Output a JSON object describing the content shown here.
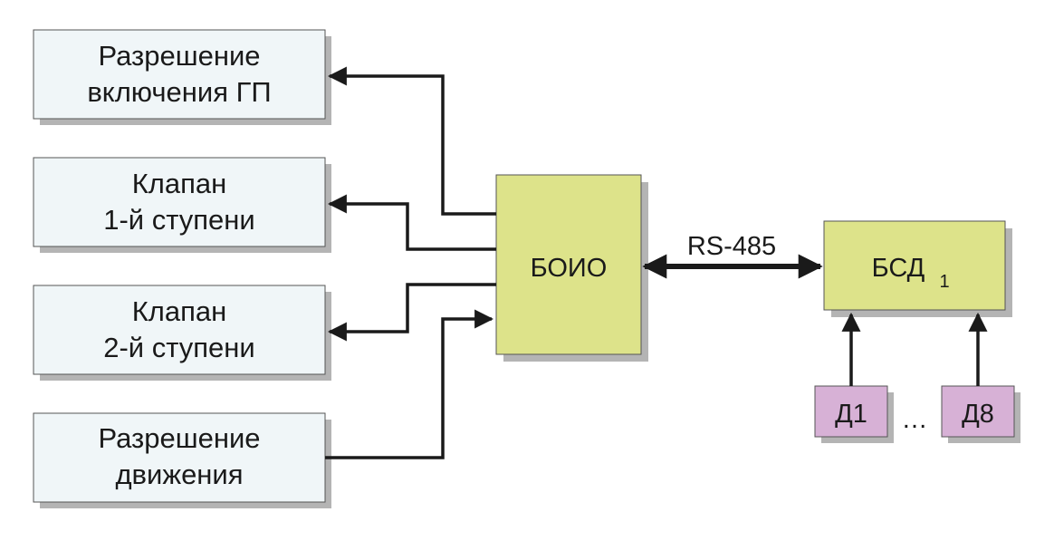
{
  "colors": {
    "output_fill": "#f0f6f8",
    "unit_fill": "#dde38a",
    "sensor_fill": "#d7b1d6",
    "shadow": "#b4b4b4",
    "line": "#1a1a1a"
  },
  "outputs": [
    {
      "line1": "Разрешение",
      "line2": "включения ГП"
    },
    {
      "line1": "Клапан",
      "line2": "1-й ступени"
    },
    {
      "line1": "Клапан",
      "line2": "2-й ступени"
    },
    {
      "line1": "Разрешение",
      "line2": "движения"
    }
  ],
  "boio": {
    "label": "БОИО"
  },
  "bus": {
    "label": "RS-485"
  },
  "bsd": {
    "label": "БСД",
    "index": "1"
  },
  "sensors": {
    "first": "Д1",
    "ellipsis": "…",
    "last": "Д8"
  }
}
